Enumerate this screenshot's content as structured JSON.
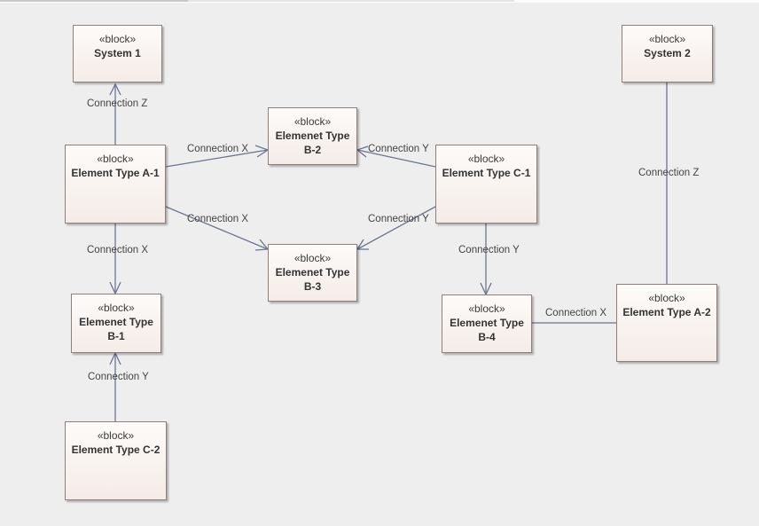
{
  "stereotype": "«block»",
  "blocks": {
    "system1": "System 1",
    "system2": "System 2",
    "a1": "Element Type A-1",
    "a2": "Element Type A-2",
    "b1": "Elemenet Type B-1",
    "b2": "Elemenet Type B-2",
    "b3": "Elemenet Type B-3",
    "b4": "Elemenet Type B-4",
    "c1": "Element Type C-1",
    "c2": "Element Type C-2"
  },
  "connections": {
    "a1_system1": "Connection Z",
    "a1_b2": "Connection X",
    "a1_b3": "Connection X",
    "a1_b1": "Connection X",
    "c2_b1": "Connection Y",
    "c1_b2": "Connection Y",
    "c1_b3": "Connection Y",
    "c1_b4": "Connection Y",
    "b4_a2": "Connection X",
    "system2_a2": "Connection Z"
  },
  "colors": {
    "edge": "#6b7591",
    "block_border": "#8f7f79",
    "block_fill": "#f7f1ee",
    "background": "#efeeee"
  }
}
